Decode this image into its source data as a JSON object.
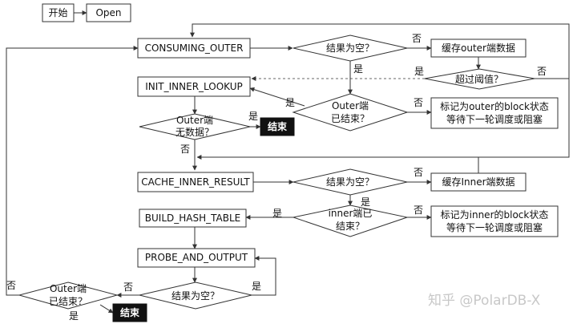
{
  "nodes": {
    "start": "开始",
    "open": "Open",
    "consuming_outer": "CONSUMING_OUTER",
    "result_empty_1": "结果为空？",
    "cache_outer": "缓存outer端数据",
    "over_threshold": "超过阈值？",
    "init_inner_lookup": "INIT_INNER_LOOKUP",
    "outer_finished_1_line1": "Outer端",
    "outer_finished_1_line2": "已结束？",
    "mark_outer_line1": "标记为outer的block状态",
    "mark_outer_line2": "等待下一轮调度或阻塞",
    "outer_no_data_line1": "Outer端",
    "outer_no_data_line2": "无数据？",
    "end_1": "结束",
    "cache_inner_result": "CACHE_INNER_RESULT",
    "result_empty_2": "结果为空？",
    "cache_inner": "缓存Inner端数据",
    "build_hash_table": "BUILD_HASH_TABLE",
    "inner_finished_line1": "inner端已",
    "inner_finished_line2": "结束？",
    "mark_inner_line1": "标记为inner的block状态",
    "mark_inner_line2": "等待下一轮调度或阻塞",
    "probe_and_output": "PROBE_AND_OUTPUT",
    "result_empty_3": "结果为空？",
    "outer_finished_2_line1": "Outer端",
    "outer_finished_2_line2": "已结束？",
    "end_2": "结束"
  },
  "edge_labels": {
    "no_1": "否",
    "yes_1": "是",
    "yes_2": "是",
    "no_2": "否",
    "yes_3": "是",
    "yes_4": "是",
    "no_3": "否",
    "no_4": "否",
    "yes_5": "是",
    "yes_6": "是",
    "no_5": "否",
    "no_6": "否",
    "yes_7": "是",
    "no_7": "否",
    "yes_8": "是"
  },
  "watermark": "知乎 @PolarDB-X"
}
